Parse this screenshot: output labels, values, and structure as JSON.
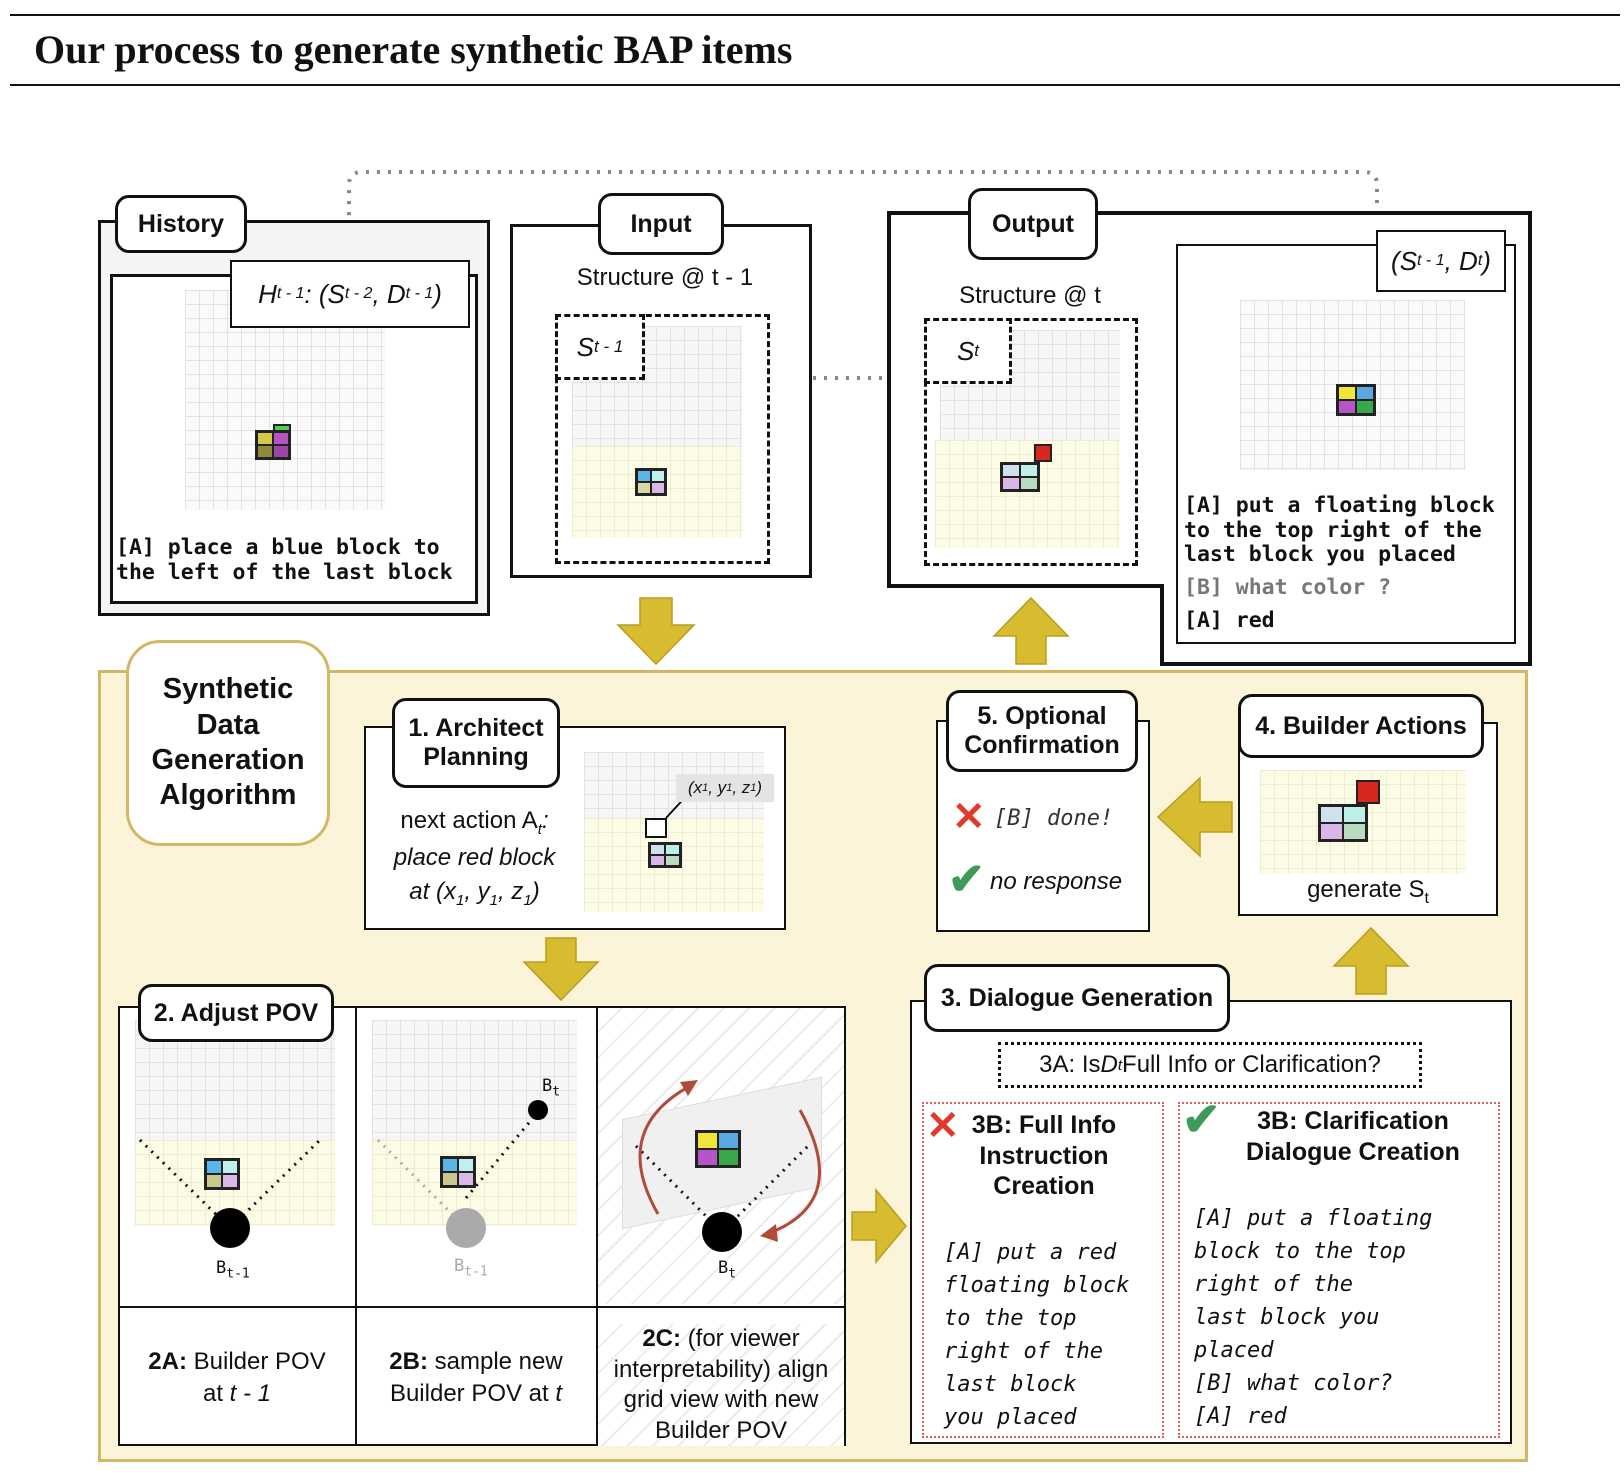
{
  "title": "Our process to generate synthetic BAP items",
  "colors": {
    "algorithm_bg": "#fcf4d8",
    "algorithm_border": "#d4b764",
    "arrow_yellow": "#d7bb2e",
    "red_arrow": "#b04b3a",
    "check_green": "#3f9a5a",
    "cross_red": "#e03a2a"
  },
  "history": {
    "tab": "History",
    "label_h": "H",
    "label_h_sup": "t - 1",
    "label_mid": ": (S",
    "label_s_sup": "t - 2",
    "label_d": ", D",
    "label_d_sup": "t - 1",
    "label_close": ")",
    "text": "[A] place a blue block to the left of the last block"
  },
  "input": {
    "tab": "Input",
    "caption": "Structure @ t - 1",
    "box_base": "S",
    "box_sup": "t - 1"
  },
  "output": {
    "tab": "Output",
    "caption": "Structure @ t",
    "box_base": "S",
    "box_sup": "t",
    "pair_open": "(S",
    "pair_s_sup": "t - 1",
    "pair_d": ", D",
    "pair_d_sup": "t",
    "pair_close": ")",
    "line1": "[A] put a floating block to the top right of the last block you placed",
    "line2": "[B] what color ?",
    "line3": "[A] red"
  },
  "algorithm": {
    "title_lines": [
      "Synthetic",
      "Data",
      "Generation",
      "Algorithm"
    ],
    "step1": {
      "tab_line1": "1. Architect",
      "tab_line2": "Planning",
      "l1a": "next action A",
      "l1sub": "t",
      "l1b": ":",
      "l2": "place red block",
      "l3a": "at (x",
      "l3b": ", y",
      "l3c": ", z",
      "l3d": ")",
      "sub": "1",
      "coord_a": "(x",
      "coord_b": ", y",
      "coord_c": ", z",
      "coord_d": ")"
    },
    "step2": {
      "tab": "2. Adjust POV",
      "b1": "B",
      "b1_sub": "t-1",
      "b2": "B",
      "b2_sub": "t",
      "b3": "B",
      "b3_sub": "t-1",
      "b4": "B",
      "b4_sub": "t",
      "cap_a_bold": "2A:",
      "cap_a_rest": " Builder POV",
      "cap_a_line2a": "at ",
      "cap_a_line2b": "t - 1",
      "cap_b_bold": "2B:",
      "cap_b_rest": " sample new",
      "cap_b_line2a": "Builder POV at ",
      "cap_b_line2b": "t",
      "cap_c_bold": "2C:",
      "cap_c_rest": " (for viewer",
      "cap_c_line2": "interpretability) align",
      "cap_c_line3": "grid view with new",
      "cap_c_line4": "Builder POV"
    },
    "step3": {
      "tab": "3. Dialogue Generation",
      "q_a": "3A: Is ",
      "q_d": "D",
      "q_sub": "t",
      "q_b": " Full Info or Clarification?",
      "full_title": [
        "3B: Full Info",
        "Instruction",
        "Creation"
      ],
      "full_text": [
        "[A] put a red",
        "floating block",
        "to the top",
        "right of the",
        "last block",
        "you placed"
      ],
      "clar_title": [
        "3B: Clarification",
        "Dialogue Creation"
      ],
      "clar_text": [
        "[A] put a floating",
        "block to the top",
        "right of the",
        "last block you",
        "placed",
        "[B] what color?",
        "[A] red"
      ]
    },
    "step4": {
      "tab": "4. Builder Actions",
      "caption": "generate S",
      "caption_sub": "t"
    },
    "step5": {
      "tab_line1": "5. Optional",
      "tab_line2": "Confirmation",
      "opt1": "[B] done!",
      "opt2": "no response"
    }
  }
}
